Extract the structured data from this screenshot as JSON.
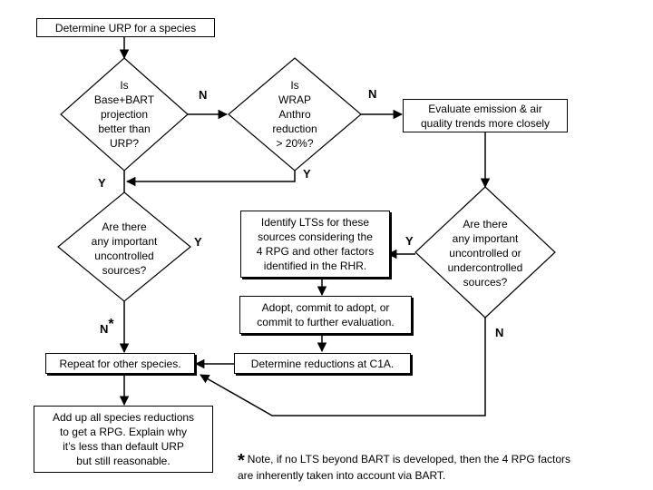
{
  "boxes": {
    "determine_urp": "Determine URP for a species",
    "evaluate_trends": "Evaluate emission & air\nquality trends more closely",
    "identify_ltss": "Identify LTSs for these\nsources considering the\n4 RPG and other factors\nidentified in the RHR.",
    "adopt": "Adopt, commit to adopt, or\ncommit to further evaluation.",
    "determine_reductions": "Determine reductions at C1A.",
    "repeat_species": "Repeat for other species.",
    "add_up": "Add up all species reductions\nto get a RPG.  Explain why\nit’s less than default URP\nbut still reasonable."
  },
  "decisions": {
    "base_bart": "Is\nBase+BART\nprojection\nbetter than\nURP?",
    "wrap_anthro": "Is\nWRAP\nAnthro\nreduction\n> 20%?",
    "important_uncontrolled": "Are there\nany important\nuncontrolled\nsources?",
    "important_undercontrolled": "Are there\nany important\nuncontrolled or\nundercontrolled\nsources?"
  },
  "labels": {
    "n1": "N",
    "n2": "N",
    "y1": "Y",
    "y2": "Y",
    "y3": "Y",
    "y4": "Y",
    "n_star": "N",
    "n_star_mark": "*",
    "n3": "N"
  },
  "footnote": {
    "mark": "*",
    "text": "Note, if no LTS beyond BART is developed, then the 4 RPG factors\nare inherently taken into account via BART."
  }
}
